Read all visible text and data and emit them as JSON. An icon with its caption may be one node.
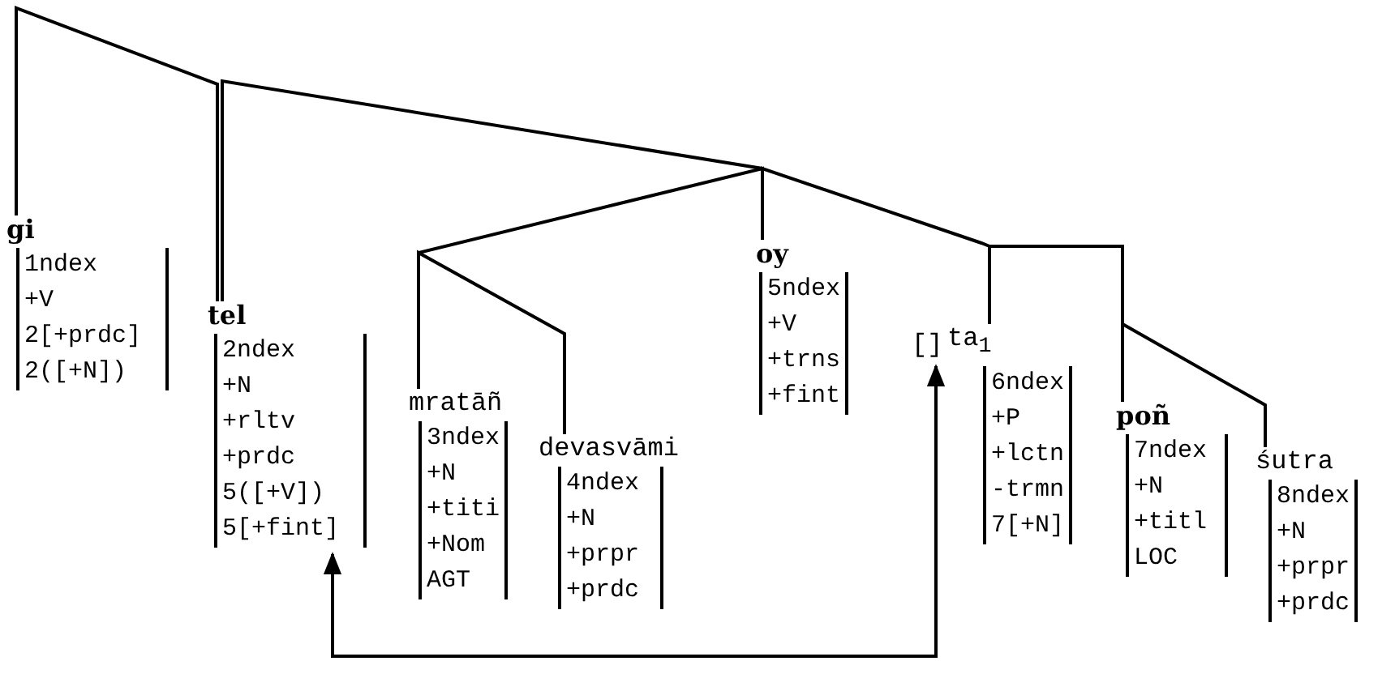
{
  "diagram": {
    "nodes": [
      {
        "text": [
          "gi",
          "1ndex +V 2[+prdc] 2([+N])"
        ]
      },
      {
        "text": [
          "tel",
          "2ndex +N +rltv +prdc 5([+V]) 5[+fint]"
        ]
      },
      {
        "text": [
          "mratāñ",
          "3ndex +N +titi +Nom AGT"
        ]
      },
      {
        "text": [
          "devasvāmi",
          "4ndex +N +prpr +prdc"
        ]
      },
      {
        "text": [
          "oy",
          "5ndex +V +trns +fint"
        ]
      },
      {
        "text": [
          "[]"
        ]
      },
      {
        "text": [
          "ta$_{1}$",
          "6ndex +P +lctn -trmn 7[+N]"
        ]
      },
      {
        "text": [
          "poñ",
          "7ndex +N +titl LOC"
        ]
      },
      {
        "text": [
          "śutra",
          "8ndex +N +prpr +prdc"
        ]
      }
    ],
    "edges": [
      {
        "from": 0,
        "to": 1,
        "arrow": "none"
      },
      {
        "from": 1,
        "to": 4,
        "arrow": "none"
      },
      {
        "from": 4,
        "to": 2,
        "arrow": "none"
      },
      {
        "from": 2,
        "to": 3,
        "arrow": "none"
      },
      {
        "from": 4,
        "to": 6,
        "arrow": "none"
      },
      {
        "from": 6,
        "to": 7,
        "arrow": "none"
      },
      {
        "from": 7,
        "to": 8,
        "arrow": "none"
      },
      {
        "from": 1,
        "to": 5,
        "arrow": "both"
      }
    ]
  }
}
